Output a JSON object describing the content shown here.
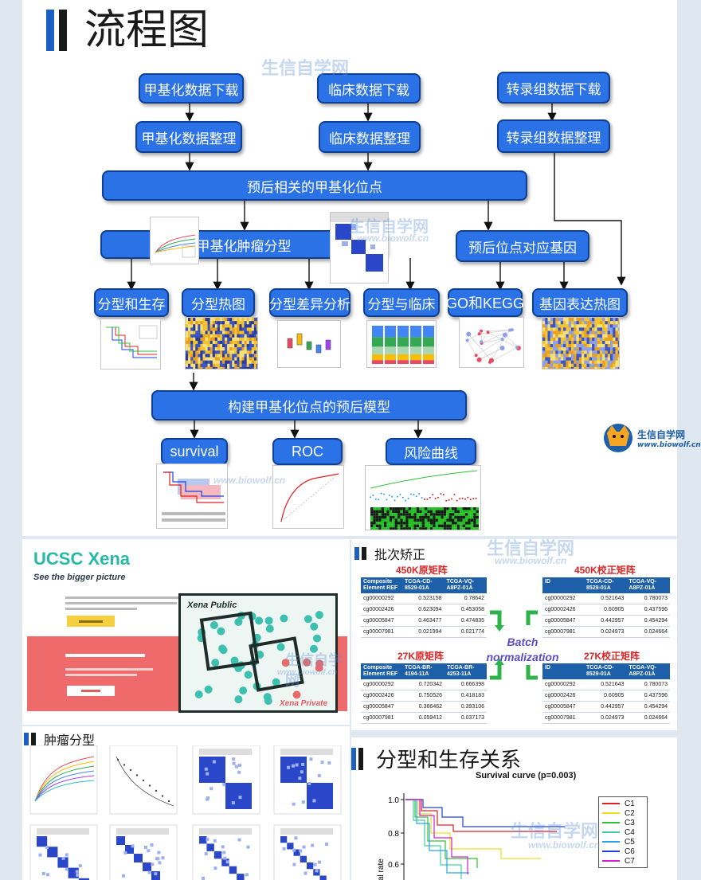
{
  "title": "流程图",
  "watermark": {
    "brand": "生信自学网",
    "url": "www.biowolf.cn"
  },
  "flow": {
    "methyl_download": "甲基化数据下载",
    "clinical_download": "临床数据下载",
    "transcript_download": "转录组数据下载",
    "methyl_clean": "甲基化数据整理",
    "clinical_clean": "临床数据整理",
    "transcript_clean": "转录组数据整理",
    "prognostic_sites": "预后相关的甲基化位点",
    "tumor_subtype": "甲基化肿瘤分型",
    "site_genes": "预后位点对应基因",
    "subtype_survival": "分型和生存",
    "subtype_heatmap": "分型热图",
    "subtype_diff": "分型差异分析",
    "subtype_clinical": "分型与临床",
    "go_kegg": "GO和KEGG",
    "gene_heatmap": "基因表达热图",
    "build_model": "构建甲基化位点的预后模型",
    "survival": "survival",
    "roc": "ROC",
    "risk_curve": "风险曲线"
  },
  "xena": {
    "title": "UCSC Xena",
    "subtitle": "See the bigger picture",
    "public": "Xena Public",
    "private": "Xena Private"
  },
  "batch": {
    "heading": "批次矫正",
    "center": [
      "Batch",
      "normalization"
    ],
    "tables": [
      {
        "caption": "450K原矩阵",
        "headers": [
          "Composite Element REF",
          "TCGA-CD-8529-01A",
          "TCGA-VQ-A8PZ-01A"
        ],
        "rows": [
          [
            "cg00000292",
            "0.523158",
            "0.78642"
          ],
          [
            "cg00002426",
            "0.623094",
            "0.453058"
          ],
          [
            "cg00005847",
            "0.463477",
            "0.474835"
          ],
          [
            "cg00007981",
            "0.021994",
            "0.021774"
          ]
        ]
      },
      {
        "caption": "27K原矩阵",
        "headers": [
          "Composite Element REF",
          "TCGA-BR-4194-11A",
          "TCGA-BR-4253-11A"
        ],
        "rows": [
          [
            "cg00000292",
            "0.720342",
            "0.666398"
          ],
          [
            "cg00002426",
            "0.750526",
            "0.418183"
          ],
          [
            "cg00005847",
            "0.366462",
            "0.393106"
          ],
          [
            "cg00007981",
            "0.059412",
            "0.037173"
          ]
        ]
      },
      {
        "caption": "450K校正矩阵",
        "headers": [
          "ID",
          "TCGA-CD-8529-01A",
          "TCGA-VQ-A8PZ-01A"
        ],
        "rows": [
          [
            "cg00000292",
            "0.521643",
            "0.780073"
          ],
          [
            "cg00002426",
            "0.60905",
            "0.437596"
          ],
          [
            "cg00005847",
            "0.442957",
            "0.454294"
          ],
          [
            "cg00007981",
            "0.024973",
            "0.024664"
          ]
        ]
      },
      {
        "caption": "27K校正矩阵",
        "headers": [
          "ID",
          "TCGA-CD-8529-01A",
          "TCGA-VQ-A8PZ-01A"
        ],
        "rows": [
          [
            "cg00000292",
            "0.521643",
            "0.780073"
          ],
          [
            "cg00002426",
            "0.60905",
            "0.437596"
          ],
          [
            "cg00005847",
            "0.442957",
            "0.454294"
          ],
          [
            "cg00007981",
            "0.024973",
            "0.024664"
          ]
        ]
      }
    ]
  },
  "tumor_panel": {
    "heading": "肿瘤分型"
  },
  "survival_panel": {
    "heading": "分型和生存关系",
    "chart_title": "Survival curve (p=0.003)",
    "ylabel": "al rate",
    "yticks": [
      "1.0",
      "0.8",
      "0.6"
    ],
    "legend": [
      {
        "name": "C1",
        "color": "#e02020"
      },
      {
        "name": "C2",
        "color": "#e8e020"
      },
      {
        "name": "C3",
        "color": "#30c030"
      },
      {
        "name": "C4",
        "color": "#40d0a0"
      },
      {
        "name": "C5",
        "color": "#30a0e8"
      },
      {
        "name": "C6",
        "color": "#2040e0"
      },
      {
        "name": "C7",
        "color": "#d020d0"
      }
    ]
  }
}
